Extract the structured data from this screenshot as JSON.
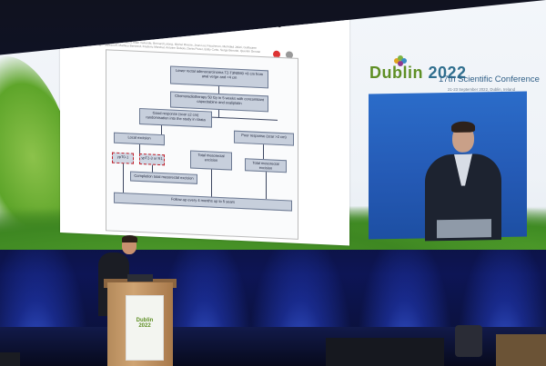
{
  "slide": {
    "title": "Organ preservation for rectal cancer (GRECCAR 2): a prospective, randomised, open-label, multicentre, phase 3 trial",
    "authors": "Eric Rullier, Philippe Rouanet, Jean-Jacques Tuech, Alain Valverde, Bernard Lelong, Michel Rivoire, Jean-Luc Faucheron, Mehrdad Jafari, Guillaume Portier, Bernard Meunier, Igor Sieleznoff, Mathieu Bertrand, Frederic Marchal, Antoine Dubois, Denis Pezet, Eddy Cotte, Serge Benoist, Quentin Denost",
    "flow": {
      "b1": "Lower rectal adenocarcinoma T2-T3N0M0 <8 cm from anal verge and <4 cm",
      "b2": "Chemoradiotherapy 50 Gy in 5 weeks with concomitant capecitabine and oxaliplatin",
      "b3": "Good response (scar ≤2 cm) randomisation into the study in strata",
      "b4": "Poor response (scar >2 cm)",
      "b5": "Local excision",
      "b6": "Total mesorectal excision",
      "b7": "Total mesorectal excision",
      "b8": "ypT0-1",
      "b9": "ypT2-3 or R1",
      "b10": "Completion total mesorectal excision",
      "b11": "Follow-up every 4 months up to 5 years"
    }
  },
  "event": {
    "logo_city": "Dublin",
    "logo_year": "2022",
    "conference": "17th Scientific Conference",
    "dates": "21-23 September 2022, Dublin, Ireland"
  },
  "podium": {
    "logo_city": "Dublin",
    "logo_year": "2022"
  },
  "colors": {
    "accent_green": "#5f8f25",
    "accent_blue": "#2f5e86",
    "stage_blue": "#2a46d8",
    "highlight_red": "#c0202b"
  }
}
